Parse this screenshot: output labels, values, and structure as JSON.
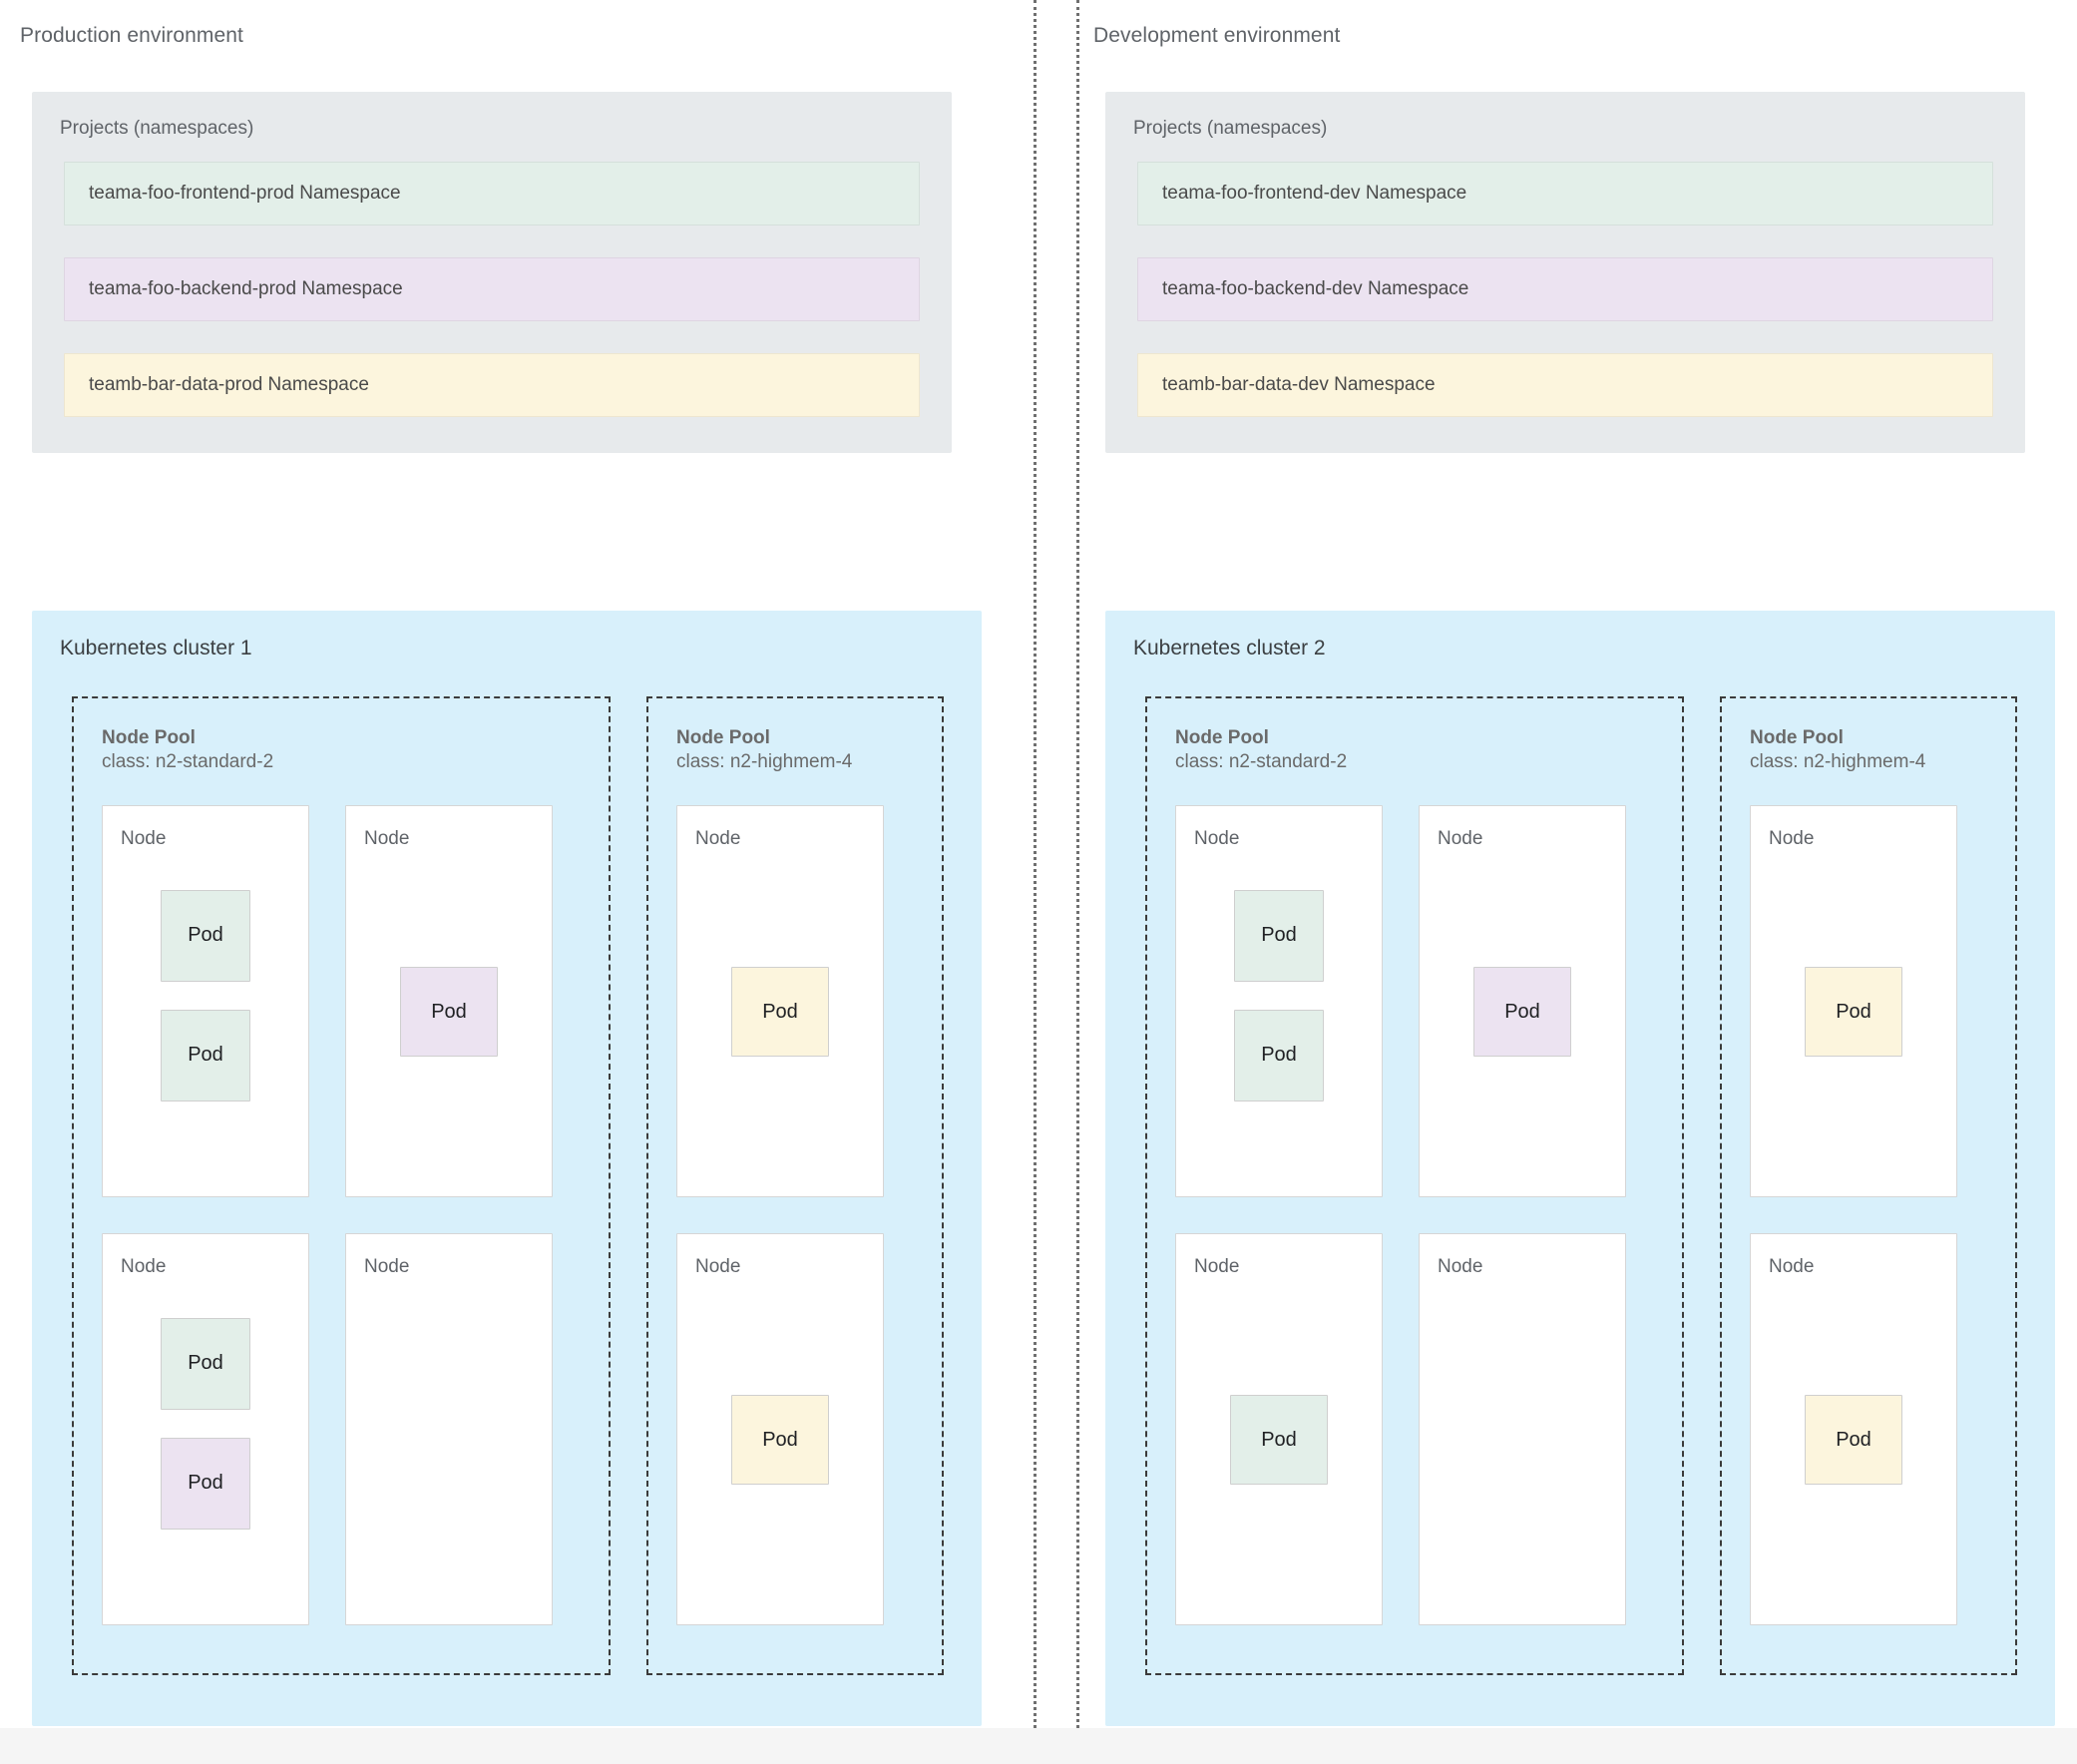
{
  "colors": {
    "green": "#e3efe9",
    "purple": "#ece3f1",
    "yellow": "#fcf5dd",
    "cluster_bg": "#d8f0fb",
    "projects_bg": "#e7eaec",
    "node_bg": "#ffffff",
    "text_muted": "#5f6368"
  },
  "pod_label": "Pod",
  "node_label": "Node",
  "pool_name": "Node Pool",
  "environments": [
    {
      "id": "production",
      "title": "Production environment",
      "projects": {
        "title": "Projects (namespaces)",
        "namespaces": [
          {
            "label": "teama-foo-frontend-prod Namespace",
            "color": "green"
          },
          {
            "label": "teama-foo-backend-prod Namespace",
            "color": "purple"
          },
          {
            "label": "teamb-bar-data-prod Namespace",
            "color": "yellow"
          }
        ]
      },
      "cluster": {
        "title": "Kubernetes cluster 1",
        "node_pools": [
          {
            "name": "Node Pool",
            "class": "class: n2-standard-2",
            "nodes": [
              {
                "label": "Node",
                "pods": [
                  {
                    "color": "green"
                  },
                  {
                    "color": "green"
                  }
                ],
                "align": "top"
              },
              {
                "label": "Node",
                "pods": [
                  {
                    "color": "purple"
                  }
                ],
                "align": "center"
              },
              {
                "label": "Node",
                "pods": [
                  {
                    "color": "green"
                  },
                  {
                    "color": "purple"
                  }
                ],
                "align": "top"
              },
              {
                "label": "Node",
                "pods": [],
                "align": "top"
              }
            ]
          },
          {
            "name": "Node Pool",
            "class": "class: n2-highmem-4",
            "nodes": [
              {
                "label": "Node",
                "pods": [
                  {
                    "color": "yellow"
                  }
                ],
                "align": "center"
              },
              {
                "label": "Node",
                "pods": [
                  {
                    "color": "yellow"
                  }
                ],
                "align": "center"
              }
            ]
          }
        ]
      }
    },
    {
      "id": "development",
      "title": "Development environment",
      "projects": {
        "title": "Projects (namespaces)",
        "namespaces": [
          {
            "label": "teama-foo-frontend-dev Namespace",
            "color": "green"
          },
          {
            "label": "teama-foo-backend-dev Namespace",
            "color": "purple"
          },
          {
            "label": "teamb-bar-data-dev Namespace",
            "color": "yellow"
          }
        ]
      },
      "cluster": {
        "title": "Kubernetes cluster 2",
        "node_pools": [
          {
            "name": "Node Pool",
            "class": "class: n2-standard-2",
            "nodes": [
              {
                "label": "Node",
                "pods": [
                  {
                    "color": "green"
                  },
                  {
                    "color": "green"
                  }
                ],
                "align": "top"
              },
              {
                "label": "Node",
                "pods": [
                  {
                    "color": "purple"
                  }
                ],
                "align": "center"
              },
              {
                "label": "Node",
                "pods": [
                  {
                    "color": "green"
                  }
                ],
                "align": "center"
              },
              {
                "label": "Node",
                "pods": [],
                "align": "top"
              }
            ]
          },
          {
            "name": "Node Pool",
            "class": "class: n2-highmem-4",
            "nodes": [
              {
                "label": "Node",
                "pods": [
                  {
                    "color": "yellow"
                  }
                ],
                "align": "center"
              },
              {
                "label": "Node",
                "pods": [
                  {
                    "color": "yellow"
                  }
                ],
                "align": "center"
              }
            ]
          }
        ]
      }
    }
  ]
}
